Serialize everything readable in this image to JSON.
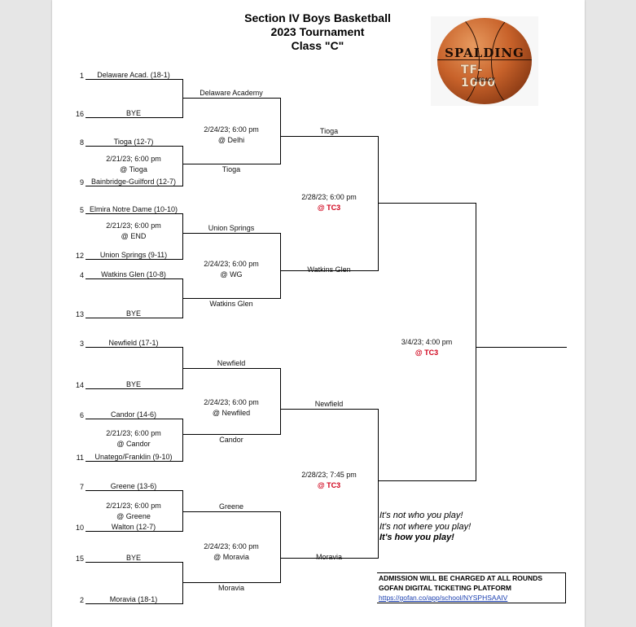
{
  "header": {
    "line1": "Section IV Boys Basketball",
    "line2": "2023 Tournament",
    "line3": "Class \"C\""
  },
  "ball_logo": {
    "brand": "SPALDING",
    "model": "TF-1000",
    "sub": "LEGACY"
  },
  "seeds": [
    {
      "seed": "1",
      "team": "Delaware Acad. (18-1)"
    },
    {
      "seed": "16",
      "team": "BYE"
    },
    {
      "seed": "8",
      "team": "Tioga (12-7)"
    },
    {
      "seed": "9",
      "team": "Bainbridge-Guilford (12-7)"
    },
    {
      "seed": "5",
      "team": "Elmira Notre Dame (10-10)"
    },
    {
      "seed": "12",
      "team": "Union Springs (9-11)"
    },
    {
      "seed": "4",
      "team": "Watkins Glen (10-8)"
    },
    {
      "seed": "13",
      "team": "BYE"
    },
    {
      "seed": "3",
      "team": "Newfield (17-1)"
    },
    {
      "seed": "14",
      "team": "BYE"
    },
    {
      "seed": "6",
      "team": "Candor (14-6)"
    },
    {
      "seed": "11",
      "team": "Unatego/Franklin (9-10)"
    },
    {
      "seed": "7",
      "team": "Greene (13-6)"
    },
    {
      "seed": "10",
      "team": "Walton (12-7)"
    },
    {
      "seed": "15",
      "team": "BYE"
    },
    {
      "seed": "2",
      "team": "Moravia (18-1)"
    }
  ],
  "round1_games": [
    {
      "date": "2/21/23; 6:00 pm",
      "site": "@ Tioga"
    },
    {
      "date": "2/21/23; 6:00 pm",
      "site": "@ END"
    },
    {
      "date": "2/21/23; 6:00 pm",
      "site": "@ Candor"
    },
    {
      "date": "2/21/23; 6:00 pm",
      "site": "@ Greene"
    }
  ],
  "quarterfinal_teams": [
    "Delaware Academy",
    "Tioga",
    "Union Springs",
    "Watkins Glen",
    "Newfield",
    "Candor",
    "Greene",
    "Moravia"
  ],
  "quarterfinal_games": [
    {
      "date": "2/24/23; 6:00 pm",
      "site": "@ Delhi"
    },
    {
      "date": "2/24/23; 6:00 pm",
      "site": "@ WG"
    },
    {
      "date": "2/24/23; 6:00 pm",
      "site": "@ Newfiled"
    },
    {
      "date": "2/24/23; 6:00 pm",
      "site": "@ Moravia"
    }
  ],
  "semifinal_teams": [
    "Tioga",
    "Watkins Glen",
    "Newfield",
    "Moravia"
  ],
  "semifinal_games": [
    {
      "date": "2/28/23; 6:00 pm",
      "site": "@ TC3"
    },
    {
      "date": "2/28/23; 7:45 pm",
      "site": "@ TC3"
    }
  ],
  "final_game": {
    "date": "3/4/23; 4:00 pm",
    "site": "@ TC3"
  },
  "motto": [
    "It's not who you play!",
    "It's not where you play!",
    "It's how you play!"
  ],
  "admission": {
    "line1": "ADMISSION WILL BE CHARGED AT ALL ROUNDS",
    "line2": "GOFAN DIGITAL TICKETING PLATFORM",
    "link": "https://gofan.co/app/school/NYSPHSAAIV"
  },
  "colors": {
    "venue_red": "#d0021b",
    "link_blue": "#1a3fb0"
  }
}
